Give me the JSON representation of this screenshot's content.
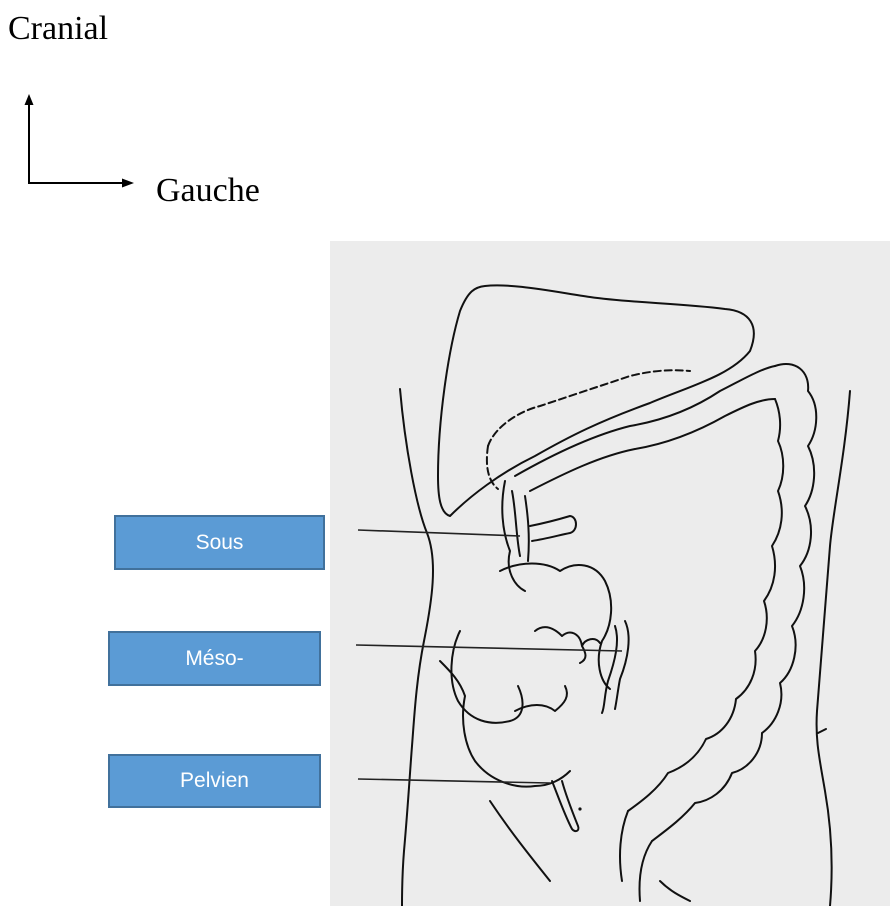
{
  "orientation": {
    "cranial_label": "Cranial",
    "gauche_label": "Gauche"
  },
  "region_labels": {
    "sous": "Sous",
    "meso": "Méso-",
    "pelvien": "Pelvien"
  },
  "colors": {
    "label_fill": "#5b9bd5",
    "label_border": "#41719c",
    "label_text": "#ffffff",
    "figure_background": "#ececec",
    "line": "#111111"
  }
}
